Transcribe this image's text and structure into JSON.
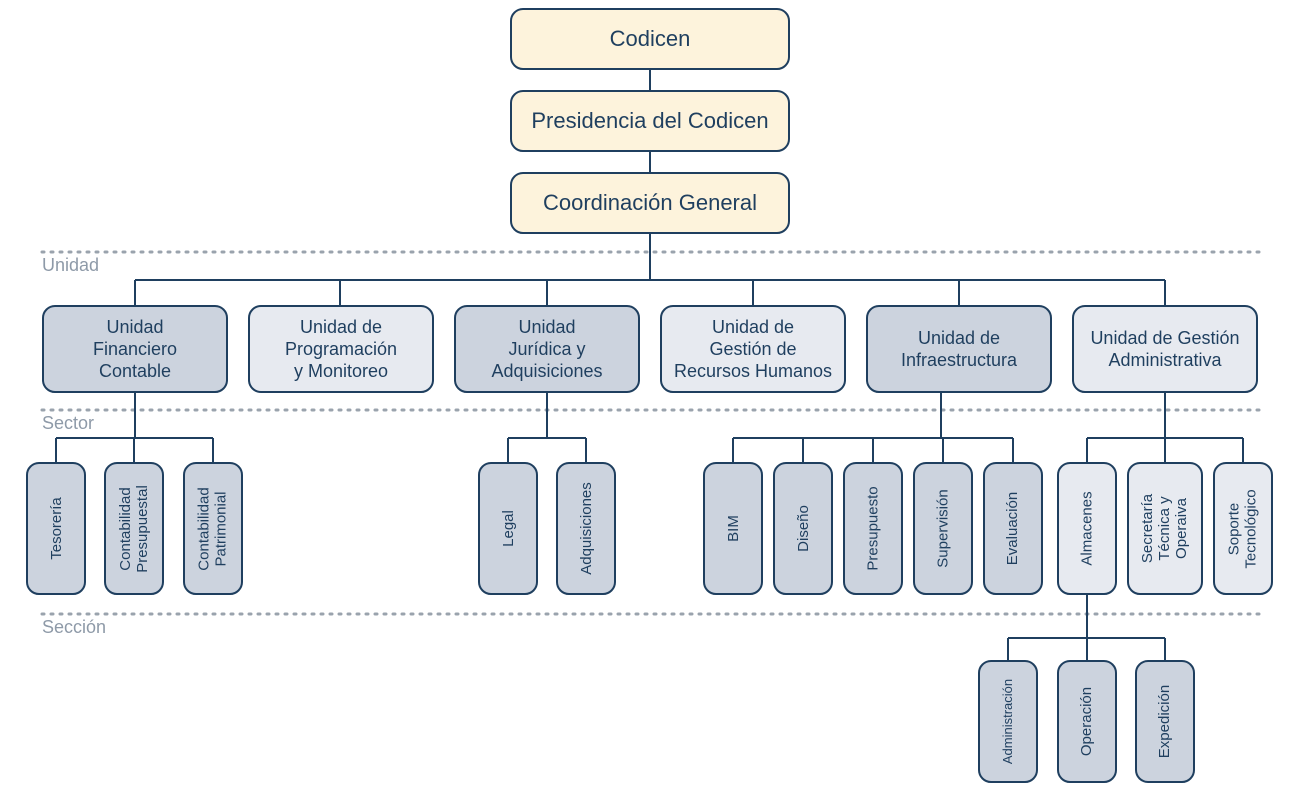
{
  "levels": {
    "unidad": "Unidad",
    "sector": "Sector",
    "seccion": "Sección"
  },
  "top": {
    "codicen": "Codicen",
    "presidencia": "Presidencia del Codicen",
    "coordinacion": "Coordinación General"
  },
  "units": {
    "financiero": "Unidad\nFinanciero\nContable",
    "programacion": "Unidad de\nProgramación\ny Monitoreo",
    "juridica": "Unidad\nJurídica y\nAdquisiciones",
    "rrhh": "Unidad de\nGestión de\nRecursos Humanos",
    "infraestructura": "Unidad de\nInfraestructura",
    "gestion_admin": "Unidad de Gestión\nAdministrativa"
  },
  "sectors": {
    "tesoreria": "Tesorería",
    "cont_presupuestal": "Contabilidad\nPresupuestal",
    "cont_patrimonial": "Contabilidad\nPatrimonial",
    "legal": "Legal",
    "adquisiciones": "Adquisiciones",
    "bim": "BIM",
    "diseno": "Diseño",
    "presupuesto": "Presupuesto",
    "supervision": "Supervisión",
    "evaluacion": "Evaluación",
    "almacenes": "Almacenes",
    "secretaria": "Secretaría\nTécnica y\nOperaiva",
    "soporte": "Soporte\nTecnológico"
  },
  "sections": {
    "administracion": "Administración",
    "operacion": "Operación",
    "expedicion": "Expedición"
  }
}
